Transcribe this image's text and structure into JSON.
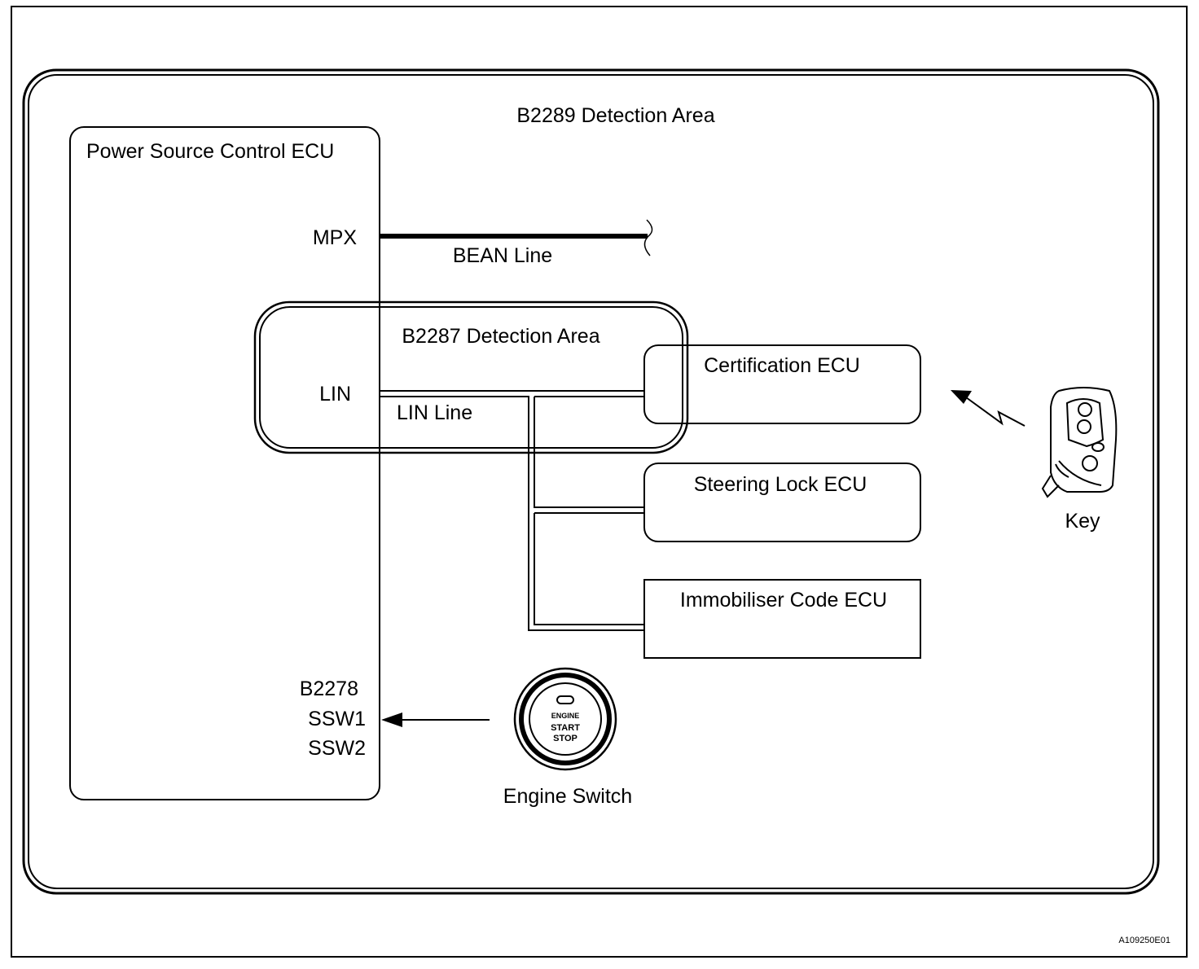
{
  "outer_area_label": "B2289 Detection Area",
  "inner_area_label": "B2287 Detection Area",
  "power_ecu": {
    "title": "Power Source Control ECU",
    "pin_mpx": "MPX",
    "pin_lin": "LIN",
    "pin_b2278": "B2278",
    "pin_ssw1": "SSW1",
    "pin_ssw2": "SSW2"
  },
  "bean_line_label": "BEAN Line",
  "lin_line_label": "LIN Line",
  "certification_ecu": "Certification ECU",
  "steering_lock_ecu": "Steering Lock ECU",
  "immobiliser_ecu": "Immobiliser Code ECU",
  "key_label": "Key",
  "engine_switch": {
    "label": "Engine Switch",
    "button_line1": "ENGINE",
    "button_line2": "START",
    "button_line3": "STOP"
  },
  "figure_id": "A109250E01"
}
